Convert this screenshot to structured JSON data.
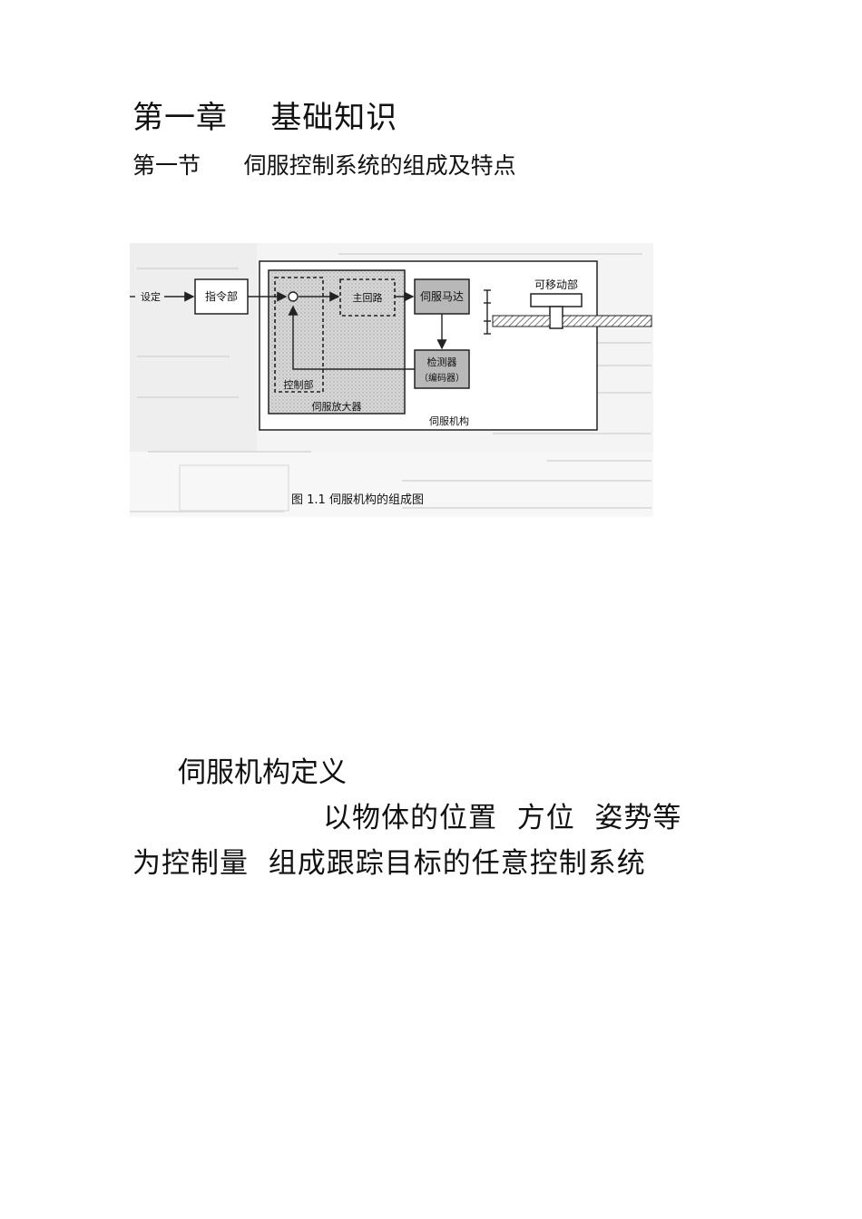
{
  "heading": {
    "chapter": "第一章    基础知识",
    "section": "第一节      伺服控制系统的组成及特点"
  },
  "figure": {
    "labels": {
      "setting": "设定",
      "command_unit": "指令部",
      "main_circuit": "主回路",
      "servo_motor": "伺服马达",
      "movable_part": "可移动部",
      "detector": "检测器",
      "encoder": "（编码器）",
      "control_unit": "控制部",
      "servo_amplifier": "伺服放大器",
      "servo_mechanism": "伺服机构"
    },
    "caption": "图 1.1    伺服机构的组成图"
  },
  "definition": {
    "title": "伺服机构定义",
    "line1": "以物体的位置  方位  姿势等",
    "line2": "为控制量  组成跟踪目标的任意控制系统"
  }
}
